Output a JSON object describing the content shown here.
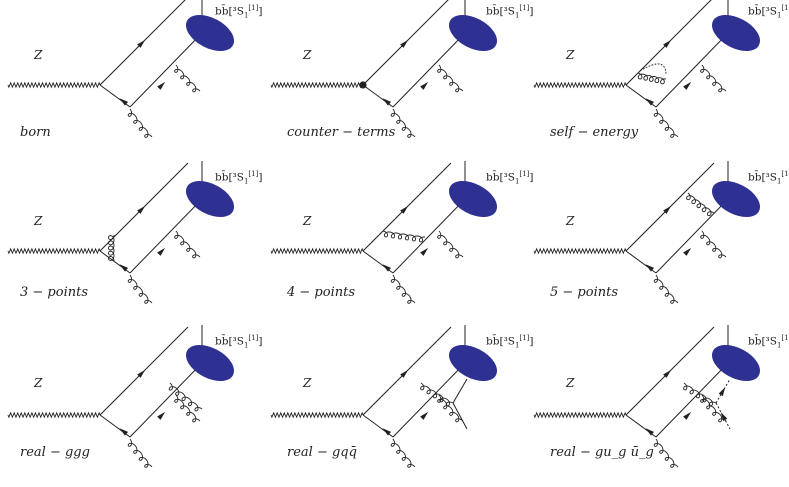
{
  "state_label_parts": {
    "quarks": "bb̄",
    "state": "[³S",
    "sub": "1",
    "sup": "[1]",
    "close": "]"
  },
  "boson_label": "Z",
  "diagrams": [
    {
      "id": "born",
      "caption": "born"
    },
    {
      "id": "counter",
      "caption": "counter − terms"
    },
    {
      "id": "self",
      "caption": "self − energy"
    },
    {
      "id": "three",
      "caption": "3 − points"
    },
    {
      "id": "four",
      "caption": "4 − points"
    },
    {
      "id": "five",
      "caption": "5 − points"
    },
    {
      "id": "ggg",
      "caption": "real − ggg"
    },
    {
      "id": "gqq",
      "caption": "real − gqq̄"
    },
    {
      "id": "gug",
      "caption": "real − gu_g ū_g"
    }
  ],
  "colors": {
    "blob": "#2e3192",
    "line": "#222222"
  }
}
